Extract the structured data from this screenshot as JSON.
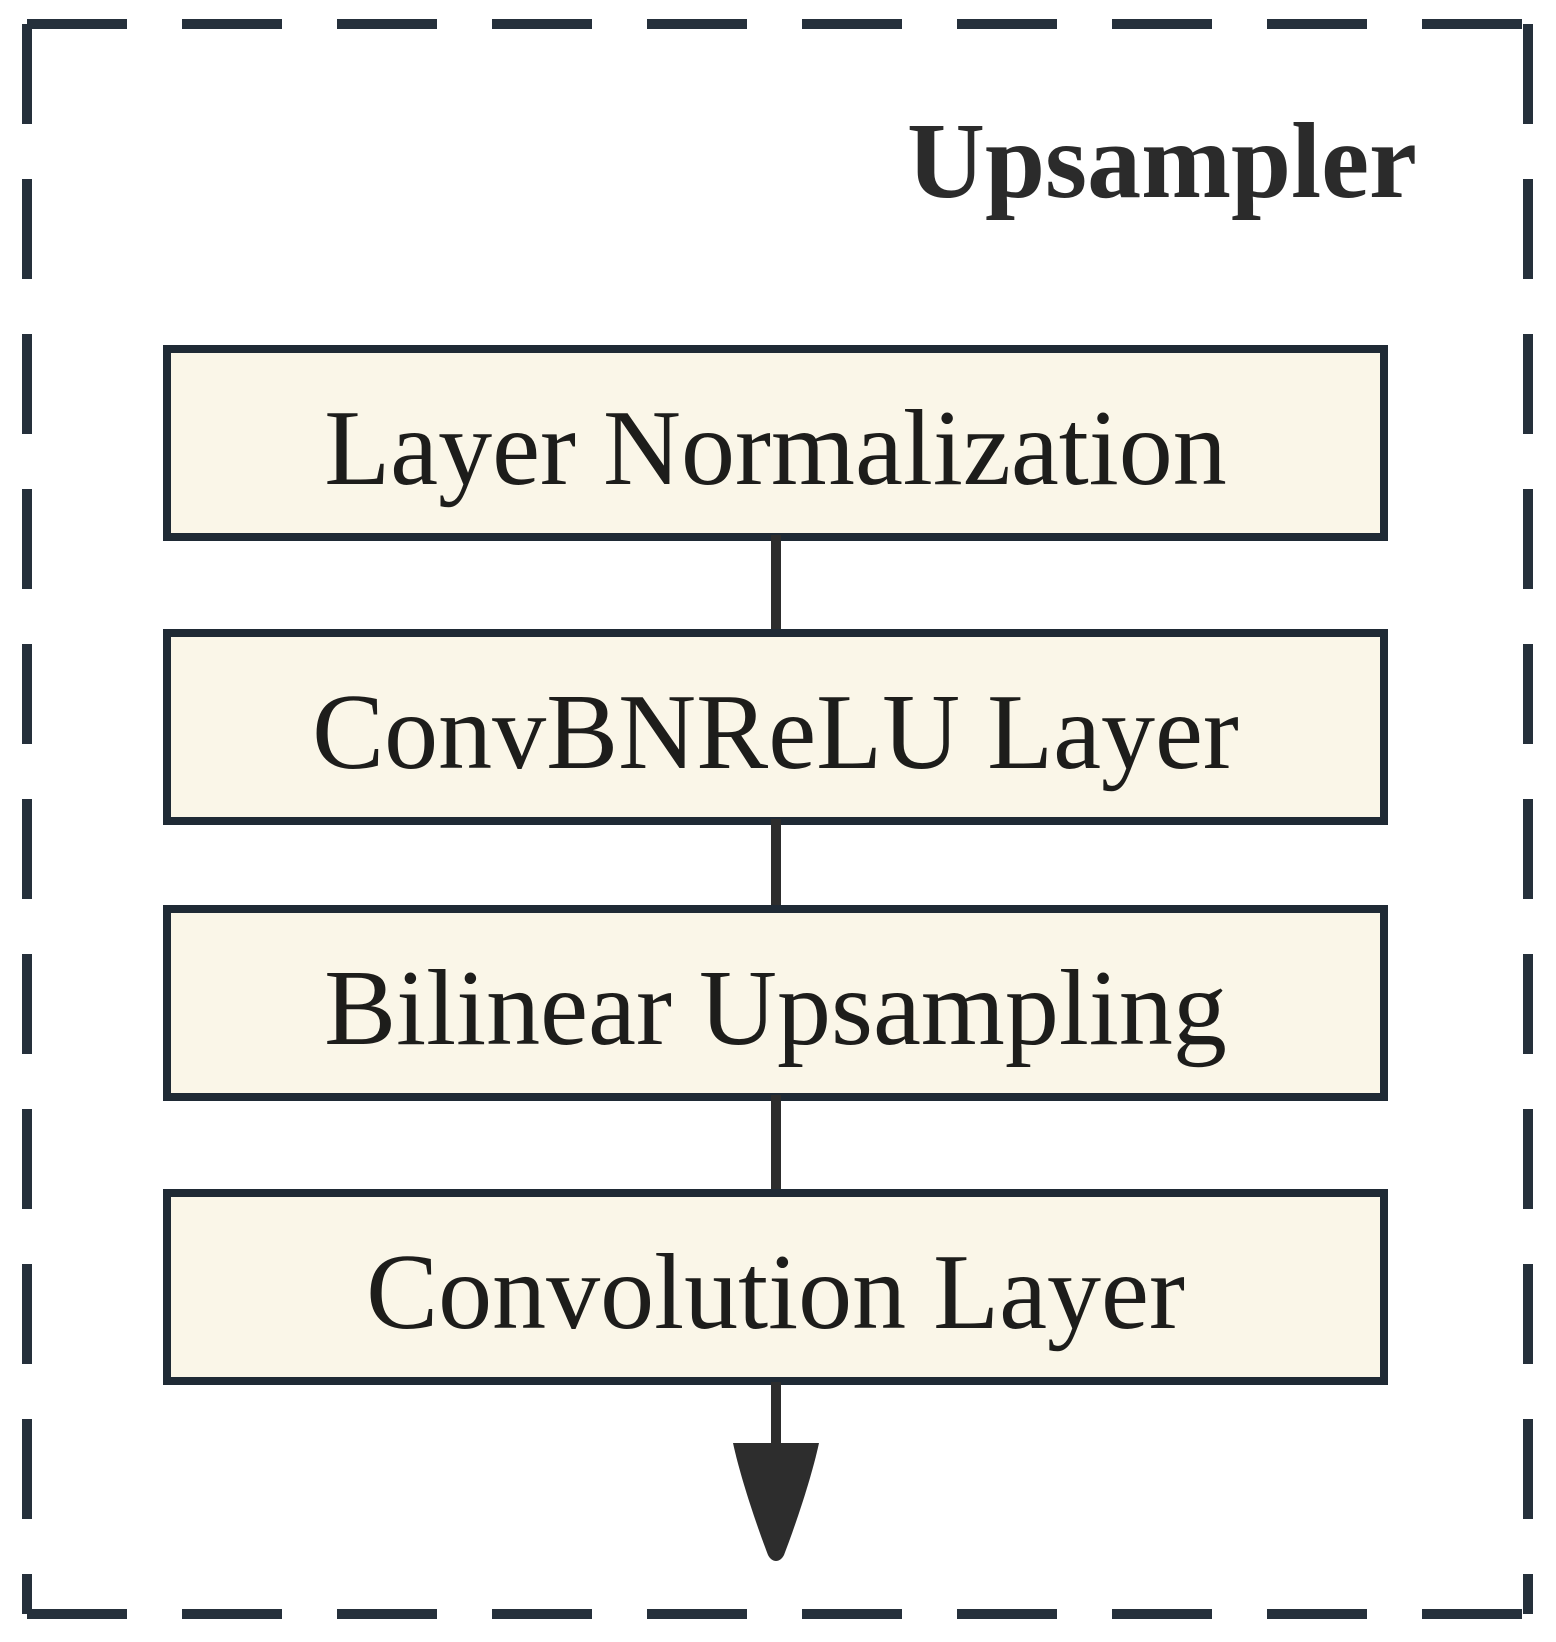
{
  "figure": {
    "title": "Upsampler",
    "flow_direction": "top-to-bottom",
    "nodes": [
      {
        "id": "layer-normalization",
        "label": "Layer Normalization"
      },
      {
        "id": "convbnrelu-layer",
        "label": "ConvBNReLU Layer"
      },
      {
        "id": "bilinear-upsampling",
        "label": "Bilinear Upsampling"
      },
      {
        "id": "convolution-layer",
        "label": "Convolution Layer"
      }
    ],
    "colors": {
      "background": "#FFFFFF",
      "node_fill": "#FAF6E8",
      "node_border": "#1F2A35",
      "boundary_dash": "#25303B",
      "label_text": "#1D1D1B",
      "arrow": "#2D2D2D"
    }
  }
}
